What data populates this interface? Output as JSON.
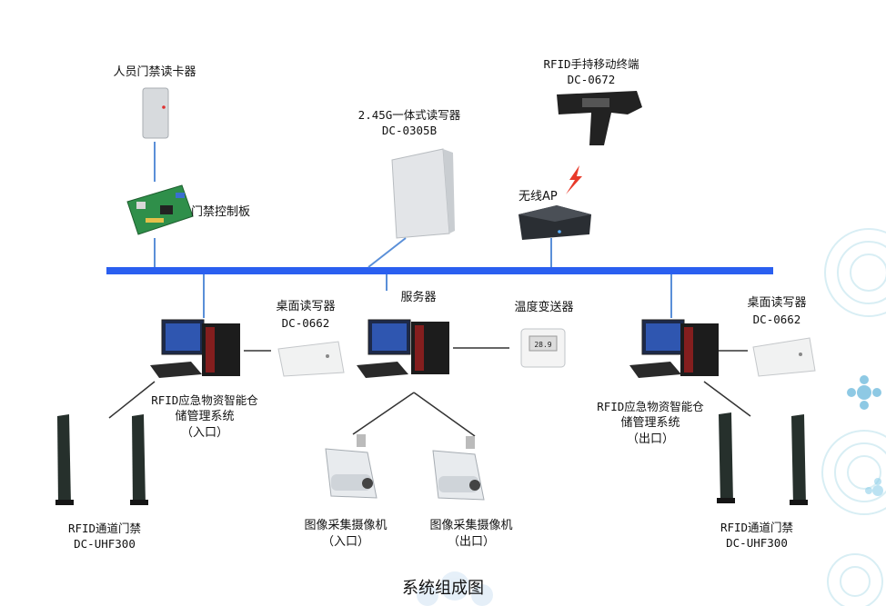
{
  "caption": "系统组成图",
  "nodes": {
    "personnel_reader": {
      "name": "人员门禁读卡器"
    },
    "access_board": {
      "name": "门禁控制板"
    },
    "integrated_reader": {
      "name": "2.45G一体式读写器",
      "model": "DC-0305B"
    },
    "handheld": {
      "name": "RFID手持移动终端",
      "model": "DC-0672"
    },
    "wireless_ap": {
      "name": "无线AP"
    },
    "server": {
      "name": "服务器"
    },
    "desk_reader_left": {
      "name": "桌面读写器",
      "model": "DC-0662"
    },
    "desk_reader_right": {
      "name": "桌面读写器",
      "model": "DC-0662"
    },
    "temp_transmitter": {
      "name": "温度变送器"
    },
    "system_left": {
      "line1": "RFID应急物资智能仓",
      "line2": "储管理系统",
      "line3": "（入口）"
    },
    "system_right": {
      "line1": "RFID应急物资智能仓",
      "line2": "储管理系统",
      "line3": "（出口）"
    },
    "gate_left": {
      "name": "RFID通道门禁",
      "model": "DC-UHF300"
    },
    "gate_right": {
      "name": "RFID通道门禁",
      "model": "DC-UHF300"
    },
    "camera_in": {
      "name": "图像采集摄像机",
      "tag": "（入口）"
    },
    "camera_out": {
      "name": "图像采集摄像机",
      "tag": "（出口）"
    }
  },
  "colors": {
    "bus": "#2a5ff0",
    "link_blue": "#5a8fd8",
    "link_dark": "#333333",
    "decor": "#bfe3ef"
  }
}
